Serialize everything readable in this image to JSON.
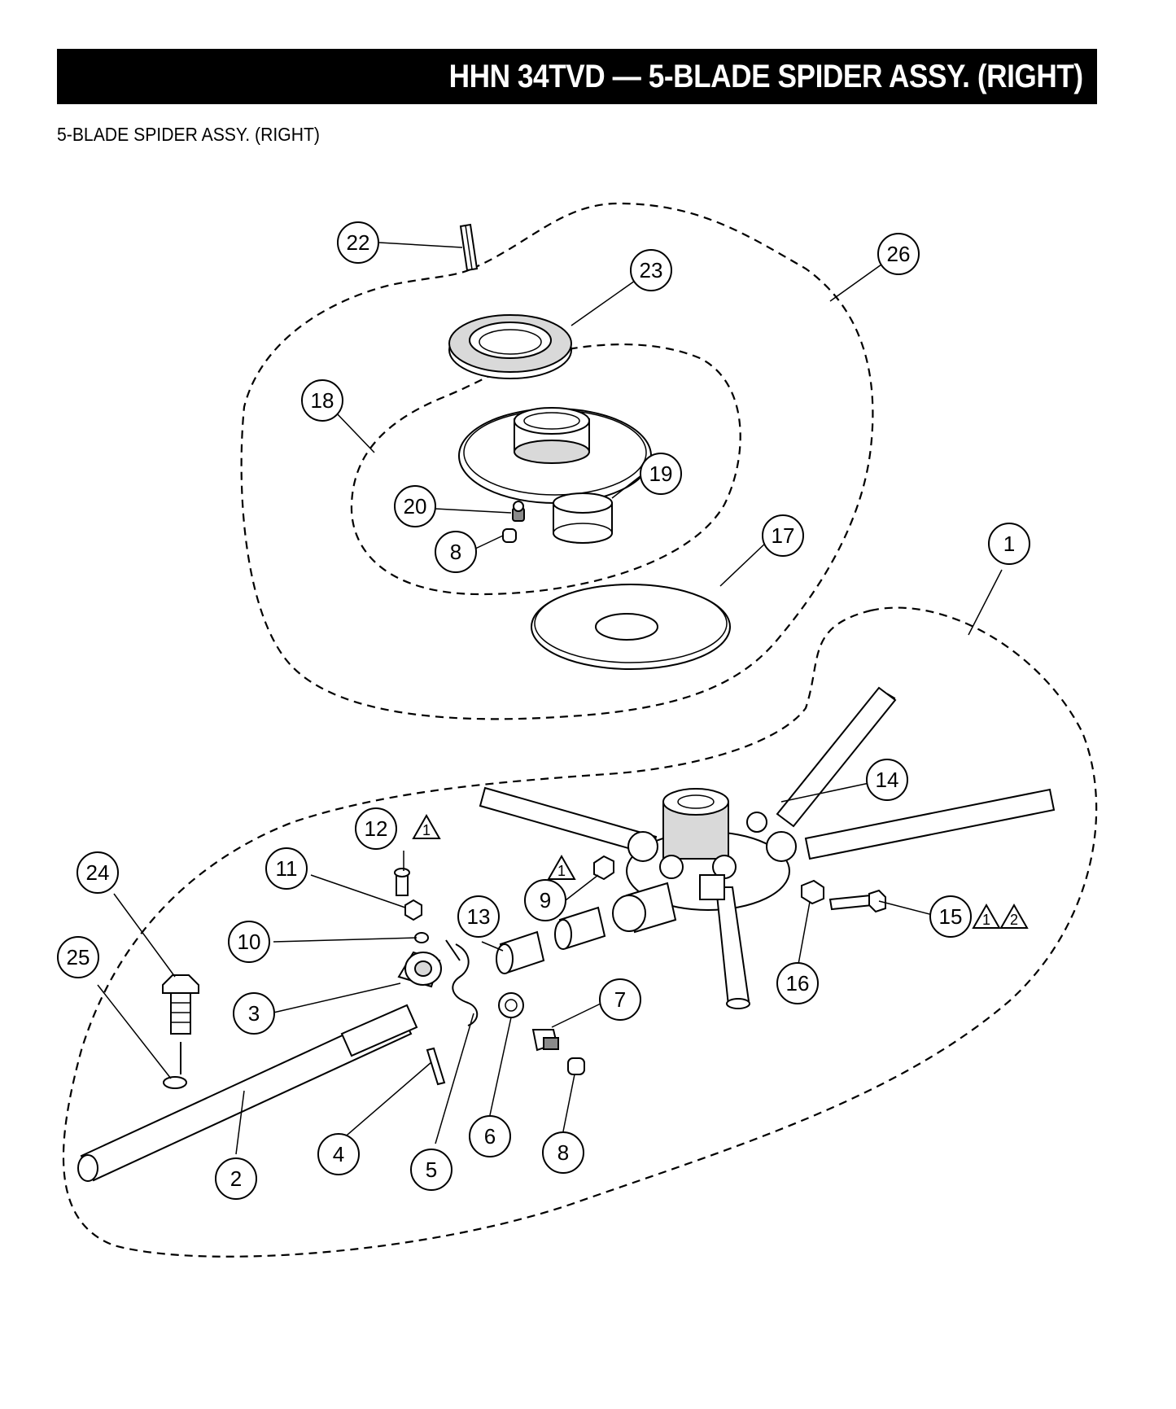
{
  "header": {
    "title": "HHN 34TVD — 5-BLADE SPIDER  ASSY. (RIGHT)",
    "subtitle": "5-BLADE SPIDER ASSY. (RIGHT)"
  },
  "callouts": [
    "22",
    "23",
    "26",
    "18",
    "19",
    "20",
    "8",
    "17",
    "1",
    "14",
    "12",
    "11",
    "24",
    "9",
    "10",
    "13",
    "15",
    "25",
    "3",
    "16",
    "7",
    "4",
    "5",
    "6",
    "2"
  ],
  "warnings": [
    "1",
    "1",
    "1",
    "2"
  ]
}
